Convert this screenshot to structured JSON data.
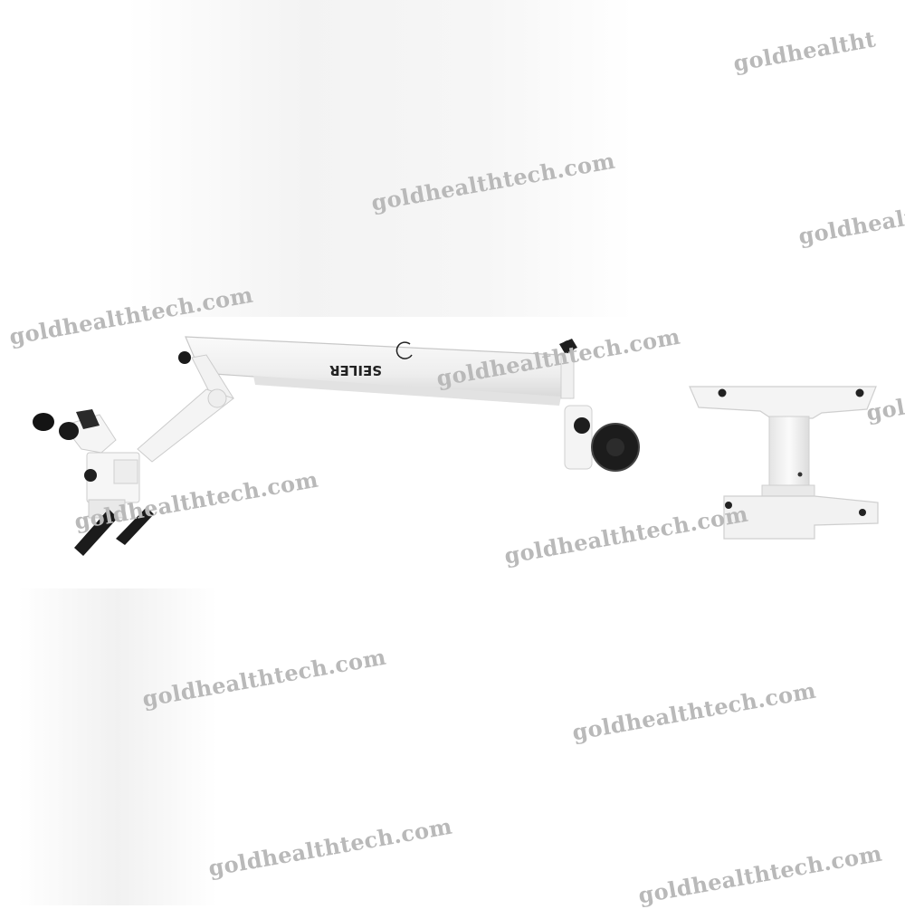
{
  "product": {
    "name": "SEILER",
    "brand_mark": "SEILER"
  },
  "watermark": {
    "text": "goldhealthtech.com",
    "partial_1": "goldhealtht",
    "partial_2": "goldhealth",
    "partial_3": "gold"
  }
}
